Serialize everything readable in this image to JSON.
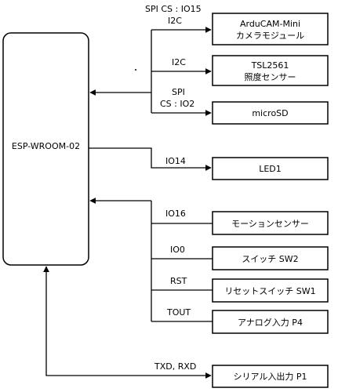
{
  "main_block": {
    "label": "ESP-WROOM-02"
  },
  "devices": [
    {
      "id": "arducam",
      "lines": [
        "ArduCAM-Mini",
        "カメラモジュール"
      ],
      "bus_lines": [
        "SPI CS : IO15",
        "I2C"
      ]
    },
    {
      "id": "tsl",
      "lines": [
        "TSL2561",
        "照度センサー"
      ],
      "bus_lines": [
        "I2C"
      ]
    },
    {
      "id": "microsd",
      "lines": [
        "microSD"
      ],
      "bus_lines": [
        "SPI",
        "CS : IO2"
      ]
    },
    {
      "id": "led",
      "lines": [
        "LED1"
      ],
      "bus_lines": [
        "IO14"
      ]
    },
    {
      "id": "motion",
      "lines": [
        "モーションセンサー"
      ],
      "bus_lines": [
        "IO16"
      ]
    },
    {
      "id": "sw2",
      "lines": [
        "スイッチ SW2"
      ],
      "bus_lines": [
        "IO0"
      ]
    },
    {
      "id": "sw1",
      "lines": [
        "リセットスイッチ SW1"
      ],
      "bus_lines": [
        "RST"
      ]
    },
    {
      "id": "analog",
      "lines": [
        "アナログ入力 P4"
      ],
      "bus_lines": [
        "TOUT"
      ]
    },
    {
      "id": "serial",
      "lines": [
        "シリアル入出力 P1"
      ],
      "bus_lines": [
        "TXD, RXD"
      ]
    }
  ]
}
